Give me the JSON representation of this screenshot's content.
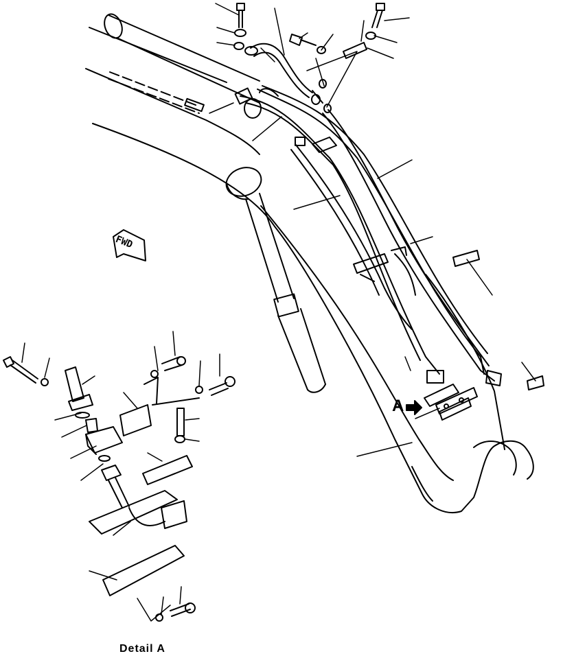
{
  "labels": {
    "fwd": "FWD",
    "view_marker": "A",
    "detail_caption": "Detail  A"
  }
}
